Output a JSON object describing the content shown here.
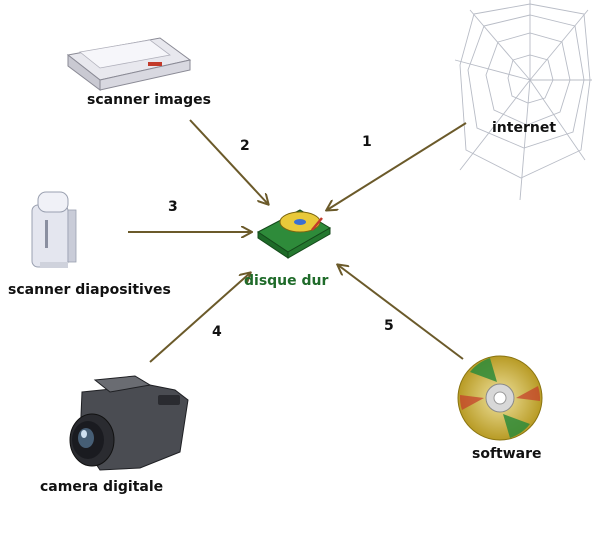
{
  "nodes": {
    "scanner_images": "scanner images",
    "internet": "internet",
    "scanner_diapositives": "scanner diapositives",
    "camera_digitale": "camera digitale",
    "software": "software",
    "disque_dur": "disque dur"
  },
  "arrows": [
    {
      "id": "arrow-1",
      "label": "1",
      "from": "internet",
      "to": "disque dur"
    },
    {
      "id": "arrow-2",
      "label": "2",
      "from": "scanner images",
      "to": "disque dur"
    },
    {
      "id": "arrow-3",
      "label": "3",
      "from": "scanner diapositives",
      "to": "disque dur"
    },
    {
      "id": "arrow-4",
      "label": "4",
      "from": "camera digitale",
      "to": "disque dur"
    },
    {
      "id": "arrow-5",
      "label": "5",
      "from": "software",
      "to": "disque dur"
    }
  ],
  "colors": {
    "arrow": "#6b5a2a",
    "center_label": "#1f6b2a",
    "cd_gold": "#c9b034",
    "hdd_green": "#2e8b3a"
  }
}
